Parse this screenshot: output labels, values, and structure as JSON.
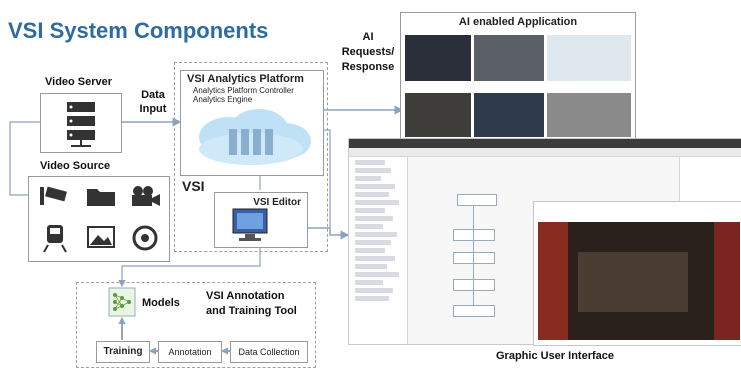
{
  "title": "VSI System Components",
  "video_server": {
    "label": "Video Server"
  },
  "data_input": {
    "label": "Data\nInput"
  },
  "video_source": {
    "label": "Video Source",
    "icons": [
      "cctv-camera-icon",
      "folder-icon",
      "video-camera-icon",
      "train-icon",
      "picture-icon",
      "reel-icon"
    ]
  },
  "platform": {
    "title": "VSI Analytics Platform",
    "line1": "Analytics Platform Controller",
    "line2": "Analytics Engine"
  },
  "vsi_label": "VSI",
  "editor": {
    "label": "VSI Editor"
  },
  "ai_requests": {
    "label": "AI\nRequests/\nResponse"
  },
  "ai_app": {
    "title": "AI enabled Application"
  },
  "annotation_tool": {
    "models_label": "Models",
    "title_line1": "VSI Annotation",
    "title_line2": "and Training Tool",
    "training": "Training",
    "annotation": "Annotation",
    "data_collection": "Data Collection"
  },
  "gui": {
    "caption": "Graphic User Interface"
  },
  "colors": {
    "title": "#2e6aa3",
    "cloud": "#bfe1f5",
    "arrow": "#8aa4c0"
  }
}
